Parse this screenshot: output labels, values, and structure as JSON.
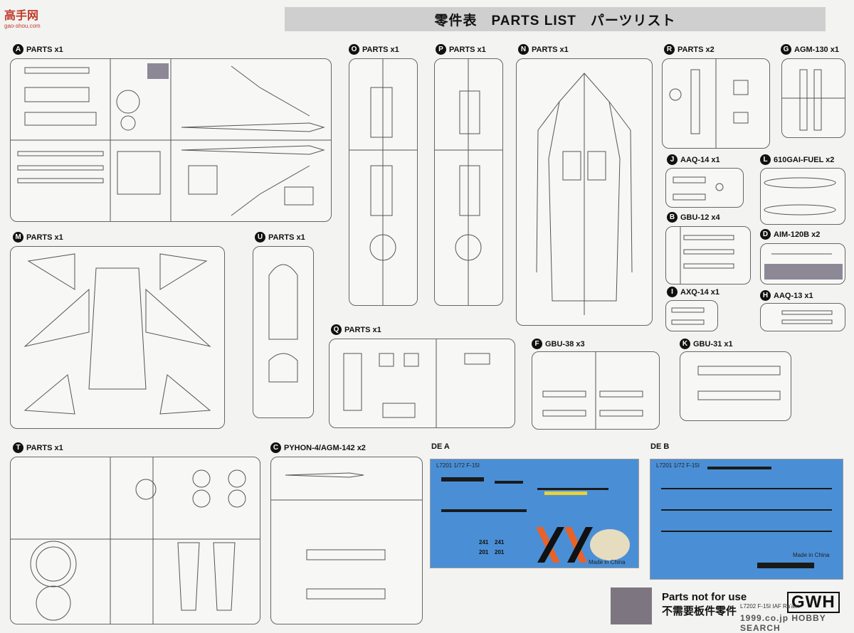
{
  "header": {
    "title": "零件表　PARTS LIST　パーツリスト"
  },
  "watermark": {
    "logo_text": "高手网",
    "logo_url": "gao-shou.com"
  },
  "groups": {
    "A": {
      "letter": "A",
      "label": "PARTS x1"
    },
    "O": {
      "letter": "O",
      "label": "PARTS x1"
    },
    "P": {
      "letter": "P",
      "label": "PARTS x1"
    },
    "N": {
      "letter": "N",
      "label": "PARTS x1"
    },
    "R": {
      "letter": "R",
      "label": "PARTS x2"
    },
    "G": {
      "letter": "G",
      "label": "AGM-130 x1"
    },
    "J": {
      "letter": "J",
      "label": "AAQ-14 x1"
    },
    "L": {
      "letter": "L",
      "label": "610GAI-FUEL x2"
    },
    "B": {
      "letter": "B",
      "label": "GBU-12 x4"
    },
    "D": {
      "letter": "D",
      "label": "AIM-120B x2"
    },
    "I": {
      "letter": "I",
      "label": "AXQ-14 x1"
    },
    "H": {
      "letter": "H",
      "label": "AAQ-13 x1"
    },
    "M": {
      "letter": "M",
      "label": "PARTS x1"
    },
    "U": {
      "letter": "U",
      "label": "PARTS x1"
    },
    "Q": {
      "letter": "Q",
      "label": "PARTS x1"
    },
    "F": {
      "letter": "F",
      "label": "GBU-38 x3"
    },
    "K": {
      "letter": "K",
      "label": "GBU-31 x1"
    },
    "T": {
      "letter": "T",
      "label": "PARTS x1"
    },
    "C": {
      "letter": "C",
      "label": "PYHON-4/AGM-142 x2"
    }
  },
  "decals": {
    "a": {
      "label": "DE  A",
      "sheet_code": "L7201  1/72  F-15I",
      "made_in": "Made in China",
      "numbers": [
        "241",
        "241",
        "201",
        "201"
      ]
    },
    "b": {
      "label": "DE  B",
      "sheet_code": "L7201  1/72  F-15I",
      "made_in": "Made in China"
    }
  },
  "footer": {
    "not_for_use_en": "Parts not for use",
    "not_for_use_cn": "不需要板件零件",
    "brand": "GWH",
    "kit_code": "L7202 F-15I IAF Ra'am",
    "watermark": "1999.co.jp  HOBBY SEARCH"
  },
  "colors": {
    "decal_blue": "#4a8fd6",
    "unused_swatch": "#7d7680",
    "orange": "#e8622a"
  }
}
